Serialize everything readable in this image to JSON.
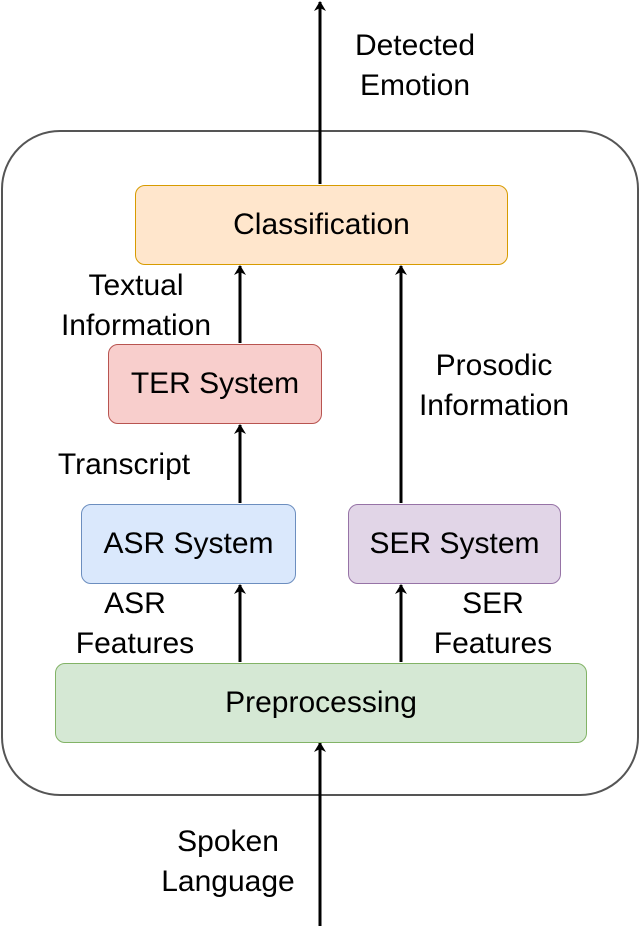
{
  "colors": {
    "classification": "#ffe6cc",
    "classification_border": "#d79b00",
    "ter": "#f8cecc",
    "ter_border": "#b85450",
    "asr": "#dae8fc",
    "asr_border": "#6c8ebf",
    "ser": "#e1d5e7",
    "ser_border": "#9673a6",
    "preprocessing": "#d5e8d4",
    "preprocessing_border": "#82b366",
    "container_border": "#555555"
  },
  "nodes": {
    "classification": "Classification",
    "ter": "TER System",
    "asr": "ASR System",
    "ser": "SER System",
    "preprocessing": "Preprocessing"
  },
  "labels": {
    "output_line1": "Detected",
    "output_line2": "Emotion",
    "input_line1": "Spoken",
    "input_line2": "Language",
    "textual_line1": "Textual",
    "textual_line2": "Information",
    "prosodic_line1": "Prosodic",
    "prosodic_line2": "Information",
    "transcript": "Transcript",
    "asr_features_line1": "ASR",
    "asr_features_line2": "Features",
    "ser_features_line1": "SER",
    "ser_features_line2": "Features"
  }
}
